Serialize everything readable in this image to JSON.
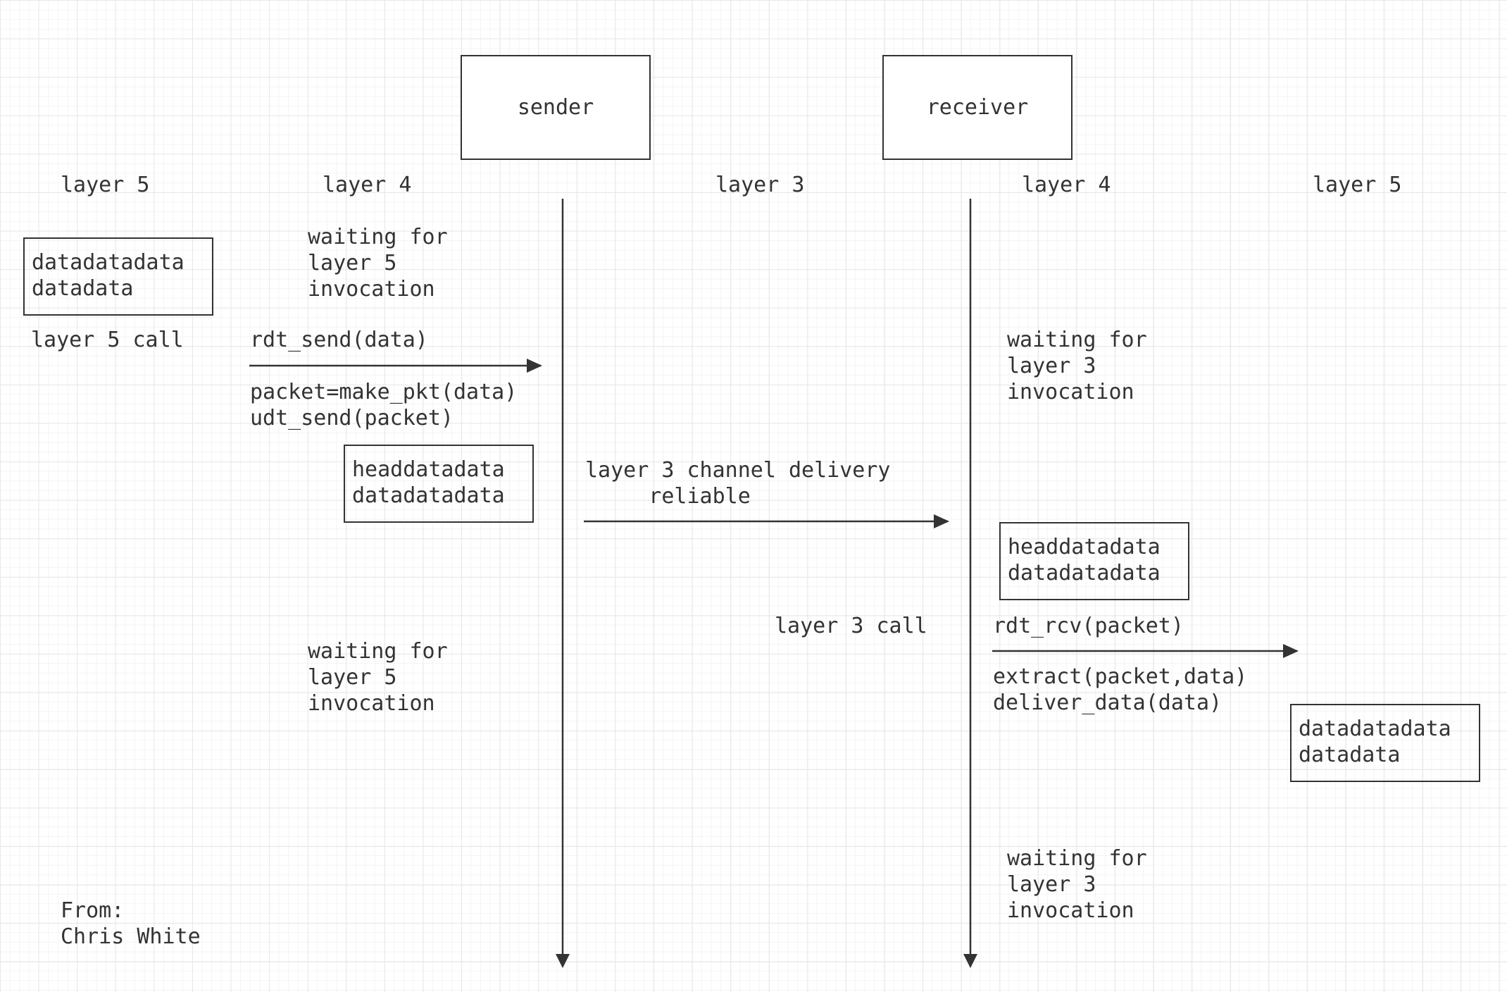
{
  "actors": {
    "sender": "sender",
    "receiver": "receiver"
  },
  "layers": {
    "sender_l5": "layer 5",
    "sender_l4": "layer 4",
    "channel_l3": "layer 3",
    "receiver_l4": "layer 4",
    "receiver_l5": "layer 5"
  },
  "sender_side": {
    "waiting_top": "waiting for\nlayer 5\ninvocation",
    "data_box": "datadatadata\ndatadata",
    "call_label": "layer 5 call",
    "rdt_send": "rdt_send(data)",
    "make_pkt": "packet=make_pkt(data)\nudt_send(packet)",
    "packet_box": "headdatadata\ndatadatadata",
    "waiting_bottom": "waiting for\nlayer 5\ninvocation"
  },
  "channel": {
    "delivery_label": "layer 3 channel delivery\n     reliable"
  },
  "receiver_side": {
    "waiting_top": "waiting for\nlayer 3\ninvocation",
    "packet_box": "headdatadata\ndatadatadata",
    "call_label": "layer 3 call",
    "rdt_rcv": "rdt_rcv(packet)",
    "extract": "extract(packet,data)\ndeliver_data(data)",
    "data_box": "datadatadata\ndatadata",
    "waiting_bottom": "waiting for\nlayer 3\ninvocation"
  },
  "credit": "From:\nChris White"
}
